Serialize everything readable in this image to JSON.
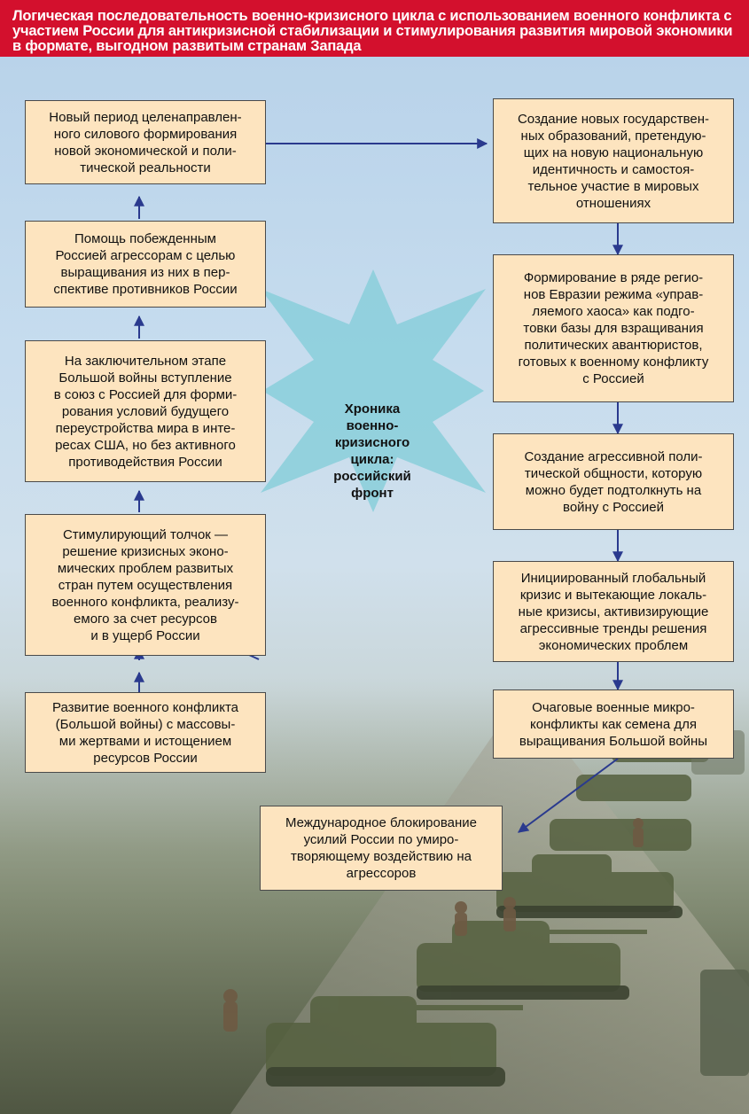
{
  "header": {
    "title": "Логическая последовательность военно-кризисного цикла с использованием военного конфликта с участием России для антикризисной стабилизации и стимулирования развития мировой экономики в формате, выгодном развитым странам Запада"
  },
  "center": {
    "label": "Хроника\nвоенно-\nкризисного\nцикла:\nроссийский\nфронт"
  },
  "left_column": [
    {
      "id": "new-period",
      "text": "Новый период целенаправлен-\nного силового формирования\nновой экономической и поли-\nтической реальности"
    },
    {
      "id": "help-defeated",
      "text": "Помощь побежденным\nРоссией агрессорам с целью\nвыращивания из них в пер-\nспективе противников России"
    },
    {
      "id": "final-stage",
      "text": "На заключительном этапе\nБольшой войны вступление\nв союз с Россией для форми-\nрования условий будущего\nпереустройства мира в инте-\nресах США, но без активного\nпротиводействия России"
    },
    {
      "id": "stimulating-push",
      "text": "Стимулирующий толчок —\nрешение кризисных эконо-\nмических проблем развитых\nстран путем осуществления\nвоенного конфликта, реализу-\nемого за счет ресурсов\nи в ущерб России"
    },
    {
      "id": "big-war",
      "text": "Развитие военного конфликта\n(Большой войны) с массовы-\nми жертвами и истощением\nресурсов России"
    }
  ],
  "right_column": [
    {
      "id": "new-states",
      "text": "Создание новых государствен-\nных образований, претендую-\nщих на новую национальную\nидентичность и самостоя-\nтельное участие в мировых\nотношениях"
    },
    {
      "id": "managed-chaos",
      "text": "Формирование в ряде регио-\nнов Евразии режима «управ-\nляемого хаоса» как подго-\nтовки базы для взращивания\nполитических авантюристов,\nготовых к военному конфликту\nс Россией"
    },
    {
      "id": "aggressive-community",
      "text": "Создание агрессивной поли-\nтической общности, которую\nможно будет подтолкнуть на\nвойну с Россией"
    },
    {
      "id": "global-crisis",
      "text": "Инициированный глобальный\nкризис и вытекающие локаль-\nные кризисы, активизирующие\nагрессивные тренды решения\nэкономических проблем"
    },
    {
      "id": "micro-conflicts",
      "text": "Очаговые военные микро-\nконфликты как семена для\nвыращивания Большой войны"
    }
  ],
  "bottom": {
    "text": "Международное блокирование\nусилий России по умиро-\nтворяющему воздействию на\nагрессоров"
  },
  "colors": {
    "header_bg": "#d3102d",
    "box_fill": "#fde4bf",
    "star_fill": "#8fd0dc",
    "arrow": "#2a3a8e"
  }
}
